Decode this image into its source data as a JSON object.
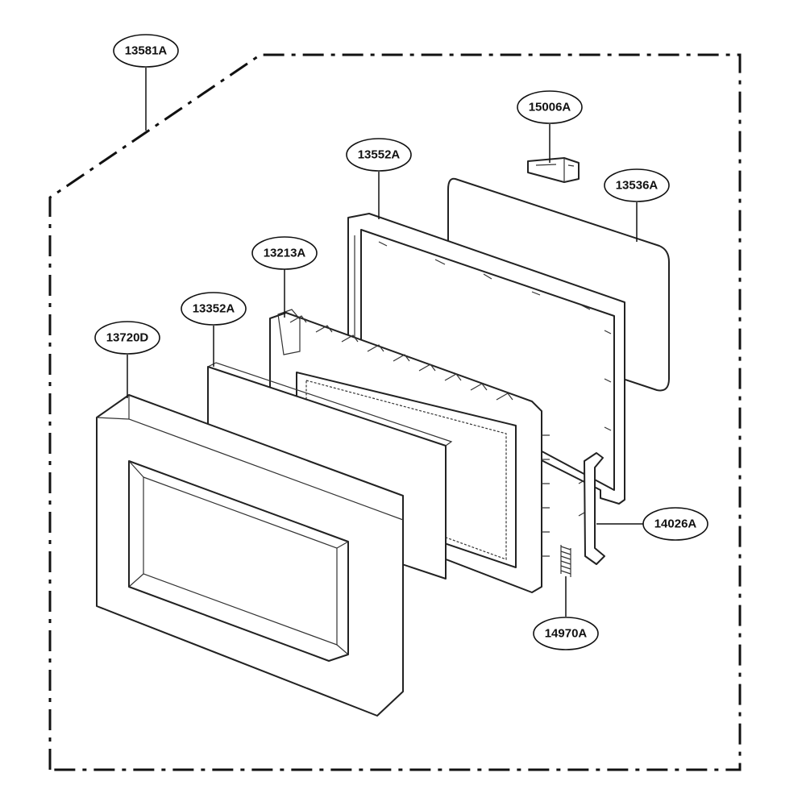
{
  "diagram": {
    "callouts": [
      {
        "id": "assembly",
        "label": "13581A"
      },
      {
        "id": "latch-key",
        "label": "15006A"
      },
      {
        "id": "door-frame",
        "label": "13552A"
      },
      {
        "id": "door-glass",
        "label": "13536A"
      },
      {
        "id": "choke-cover",
        "label": "13213A"
      },
      {
        "id": "door-panel",
        "label": "13352A"
      },
      {
        "id": "door-screen",
        "label": "13720D"
      },
      {
        "id": "latch-lever",
        "label": "14026A"
      },
      {
        "id": "spring",
        "label": "14970A"
      }
    ]
  }
}
